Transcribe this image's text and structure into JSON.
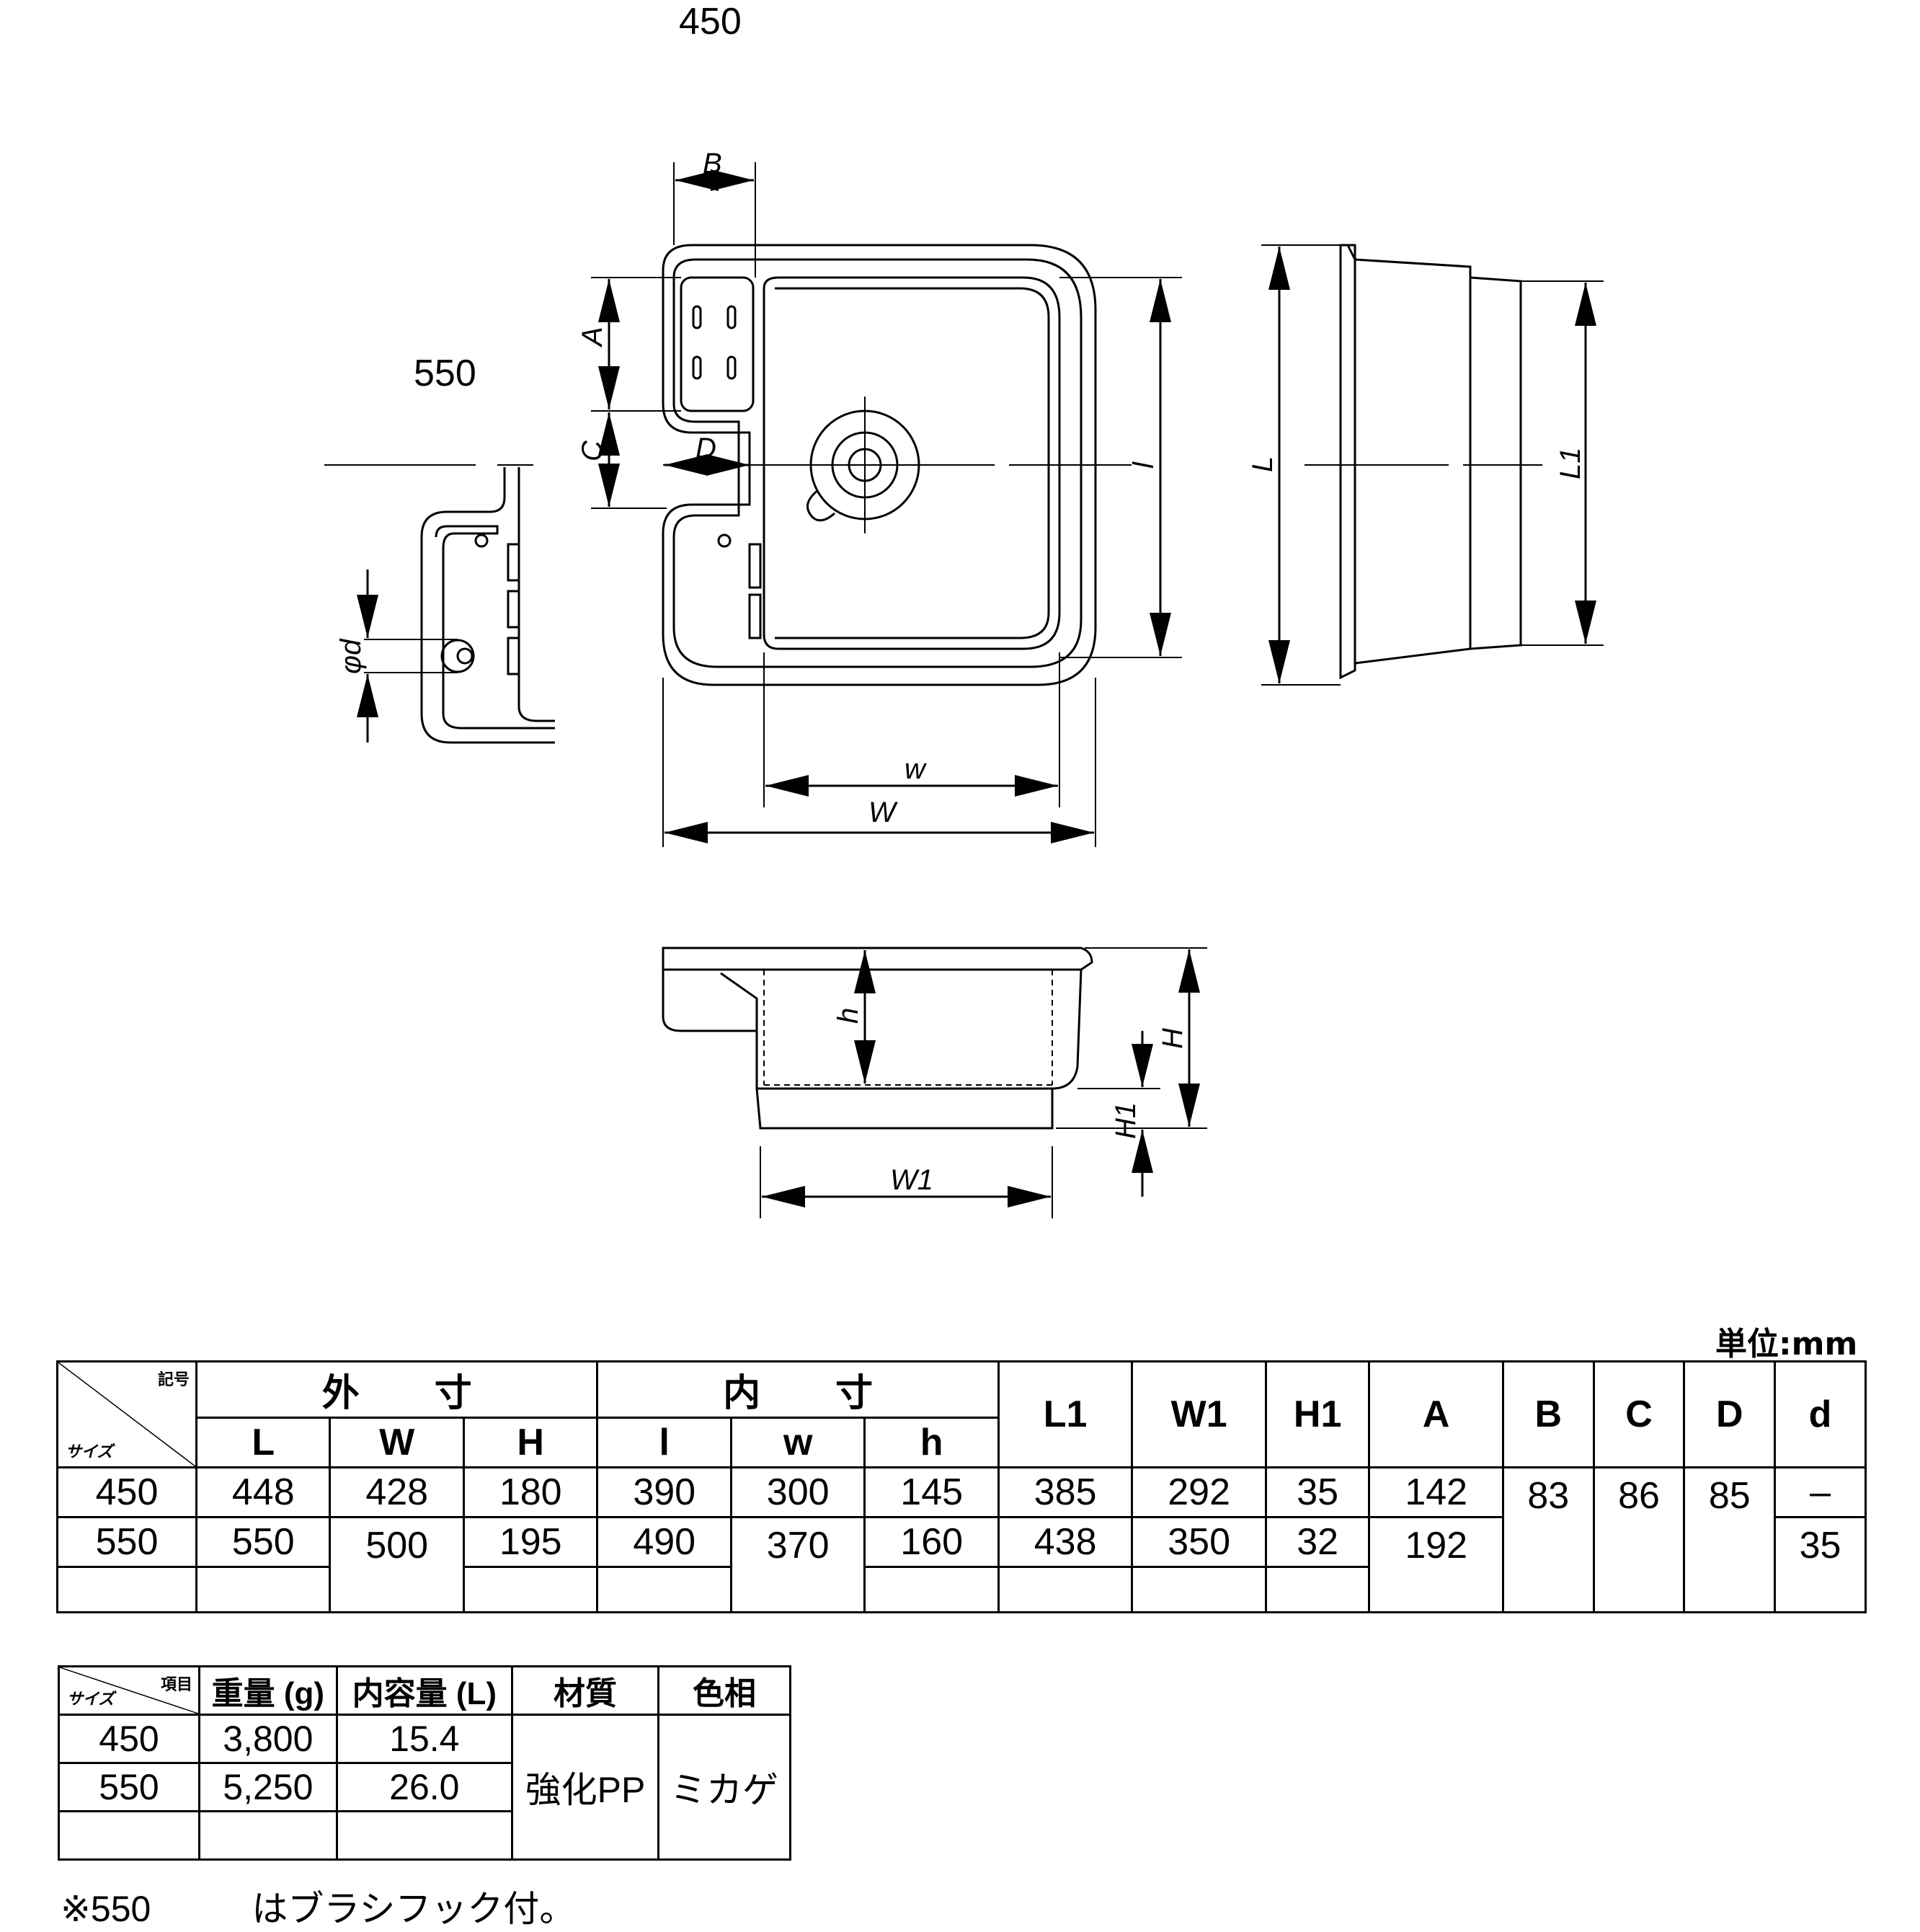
{
  "drawing": {
    "size_450_label": "450",
    "size_550_label": "550",
    "dims": {
      "B": "B",
      "A": "A",
      "C": "C",
      "D": "D",
      "l": "l",
      "L": "L",
      "L1": "L1",
      "w": "w",
      "W": "W",
      "h": "h",
      "H": "H",
      "H1": "H1",
      "W1": "W1",
      "phi_d": "φd"
    }
  },
  "unit_label": "単位:mm",
  "spec_table": {
    "corner_top": "記号",
    "corner_bottom": "サイズ",
    "group_outer": "外　　寸",
    "group_inner": "内　　寸",
    "columns": [
      "L",
      "W",
      "H",
      "l",
      "w",
      "h",
      "L1",
      "W1",
      "H1",
      "A",
      "B",
      "C",
      "D",
      "d"
    ],
    "rows": [
      {
        "size": "450",
        "L": "448",
        "W": "428",
        "H": "180",
        "l": "390",
        "w": "300",
        "h": "145",
        "L1": "385",
        "W1": "292",
        "H1": "35",
        "A": "142",
        "B": "83",
        "C": "86",
        "D": "85",
        "d": "–"
      },
      {
        "size": "550",
        "L": "550",
        "W": "500",
        "H": "195",
        "l": "490",
        "w": "370",
        "h": "160",
        "L1": "438",
        "W1": "350",
        "H1": "32",
        "A": "192",
        "d": "35"
      }
    ]
  },
  "props_table": {
    "corner_top": "項目",
    "corner_bottom": "サイズ",
    "headers": [
      "重量 (g)",
      "内容量 (L)",
      "材質",
      "色相"
    ],
    "rows": [
      {
        "size": "450",
        "weight": "3,800",
        "capacity": "15.4"
      },
      {
        "size": "550",
        "weight": "5,250",
        "capacity": "26.0"
      }
    ],
    "material": "強化PP",
    "color": "ミカゲ"
  },
  "footnote": {
    "prefix": "※550",
    "text": "はブラシフック付。"
  }
}
